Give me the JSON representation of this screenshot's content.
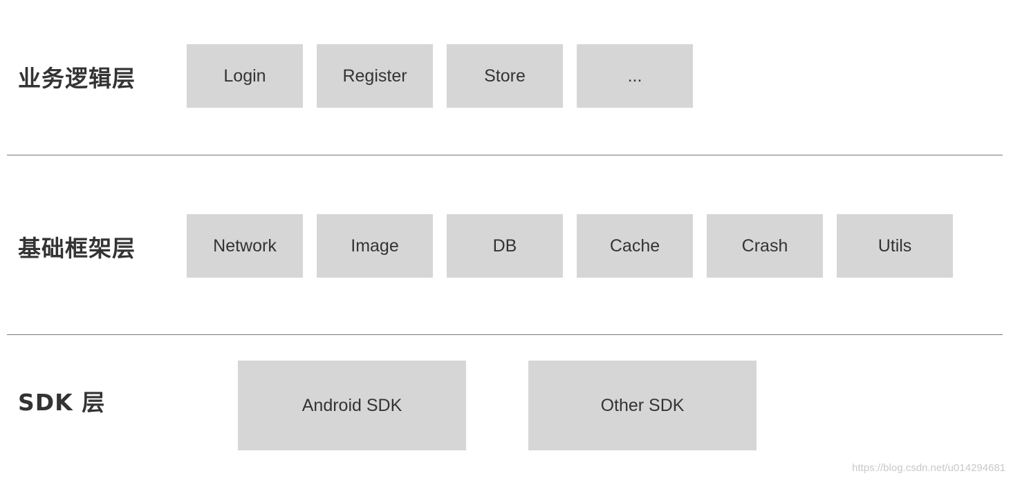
{
  "layers": [
    {
      "label": "业务逻辑层",
      "modules": [
        "Login",
        "Register",
        "Store",
        "..."
      ]
    },
    {
      "label": "基础框架层",
      "modules": [
        "Network",
        "Image",
        "DB",
        "Cache",
        "Crash",
        "Utils"
      ]
    },
    {
      "label": "SDK 层",
      "modules": [
        "Android SDK",
        "Other SDK"
      ]
    }
  ],
  "watermark": "https://blog.csdn.net/u014294681",
  "colors": {
    "box_fill": "#d6d6d6",
    "text": "#333333",
    "divider": "#777777"
  }
}
